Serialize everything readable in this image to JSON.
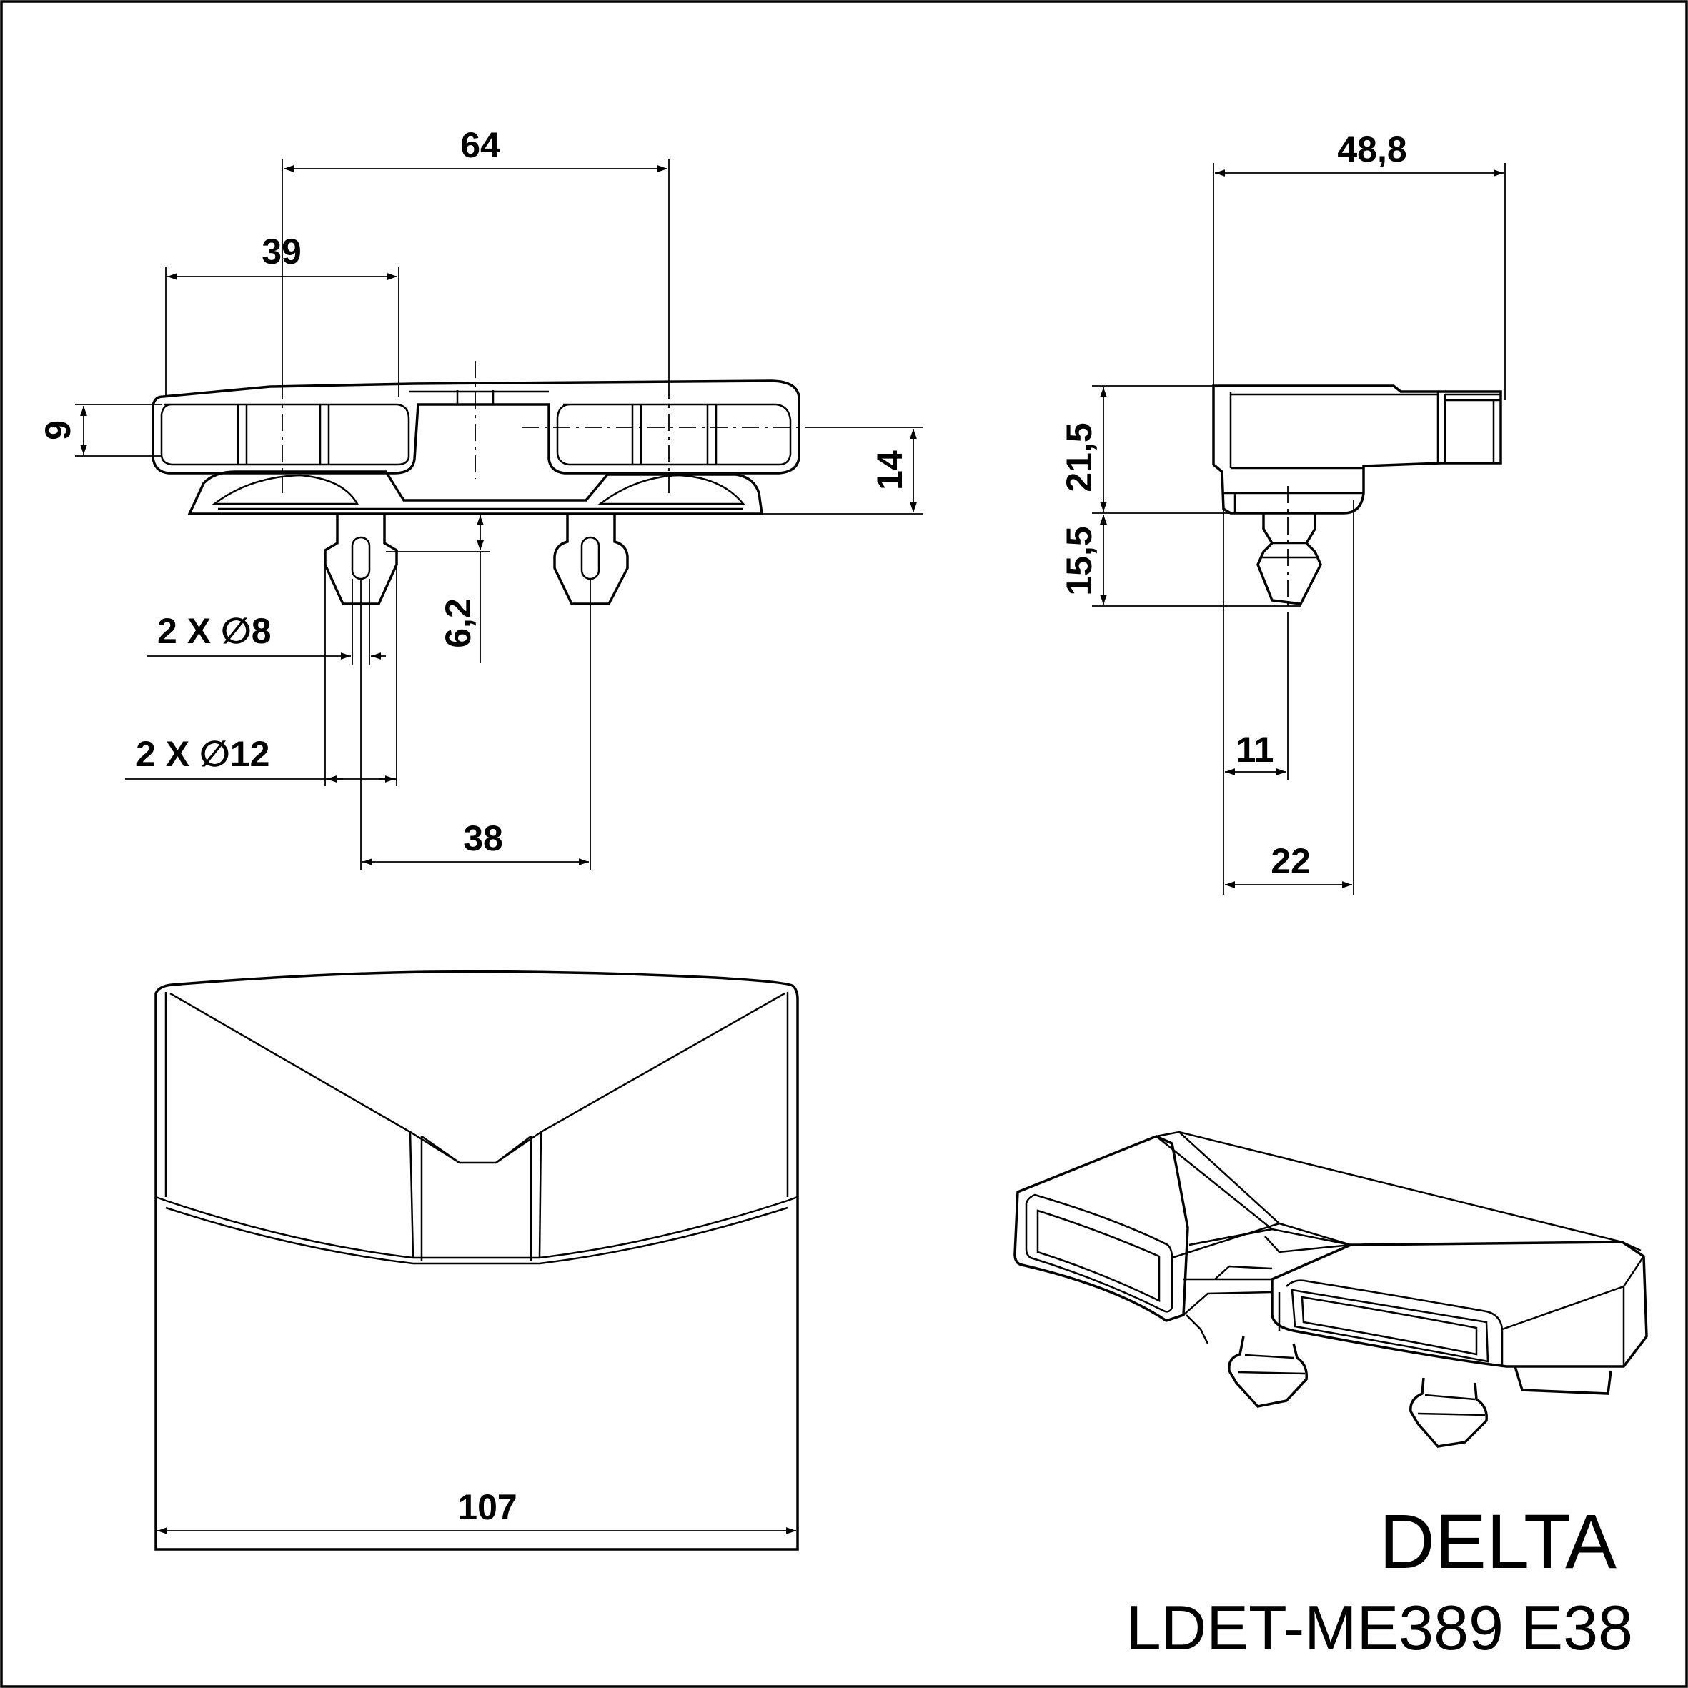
{
  "drawing": {
    "brand": "DELTA",
    "part_number": "LDET-ME389 E38"
  },
  "dimensions": {
    "d64": "64",
    "d39": "39",
    "d9": "9",
    "d14": "14",
    "d6_2": "6,2",
    "pin_small": "2 X  ∅8",
    "pin_large": "2 X  ∅12",
    "d38": "38",
    "d48_8": "48,8",
    "d21_5": "21,5",
    "d15_5": "15,5",
    "d11": "11",
    "d22": "22",
    "d107": "107"
  },
  "views": [
    "front-view",
    "side-view",
    "top-view",
    "isometric-view"
  ]
}
